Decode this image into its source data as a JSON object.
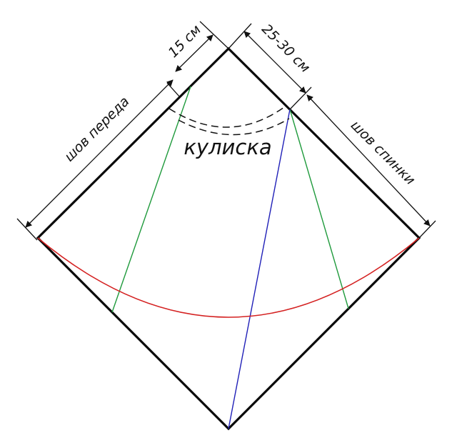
{
  "labels": {
    "front_seam": "шов переда",
    "back_seam": "шов спинки",
    "measure_15": "15 см",
    "measure_25_30": "25-30 см",
    "drawstring": "кулиска"
  },
  "colors": {
    "outline": "#0a0a0a",
    "hem_curve": "#d42020",
    "green_lines": "#1f9a3c",
    "blue_line": "#2020b8",
    "text": "#111111"
  }
}
